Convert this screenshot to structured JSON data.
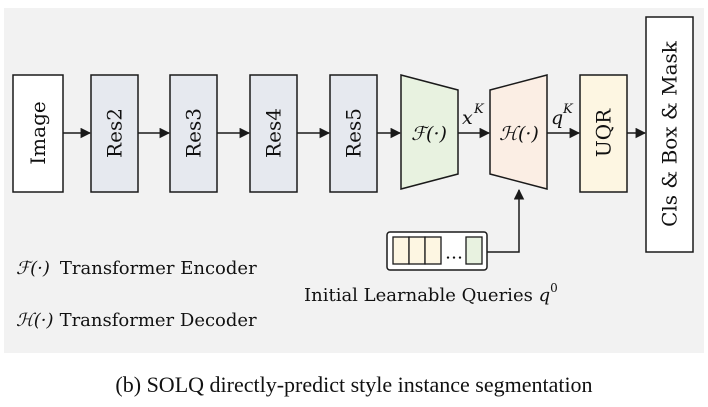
{
  "diagram": {
    "nodes": {
      "image": "Image",
      "res2": "Res2",
      "res3": "Res3",
      "res4": "Res4",
      "res5": "Res5",
      "encoder": "ℱ(·)",
      "decoder": "ℋ(·)",
      "uqr": "UQR",
      "output": "Cls & Box & Mask"
    },
    "edge_labels": {
      "xk_base": "x",
      "qk_base": "q",
      "sup": "K"
    },
    "queries": {
      "ellipsis": "…",
      "label_text": "Initial Learnable Queries ",
      "label_var": "q",
      "label_sup": "0"
    },
    "legend": {
      "enc_symbol": "ℱ(·)",
      "enc_text": "Transformer Encoder",
      "dec_symbol": "ℋ(·)",
      "dec_text": "Transformer Decoder"
    },
    "caption": "(b) SOLQ directly-predict style instance segmentation",
    "colors": {
      "panel": "#f2f2f2",
      "res_fill": "#e6e9ef",
      "encoder_fill": "#e8f2e0",
      "decoder_fill": "#fbeee4",
      "uqr_fill": "#fdf6e2",
      "white": "#ffffff",
      "stroke": "#1a1a1a"
    }
  }
}
